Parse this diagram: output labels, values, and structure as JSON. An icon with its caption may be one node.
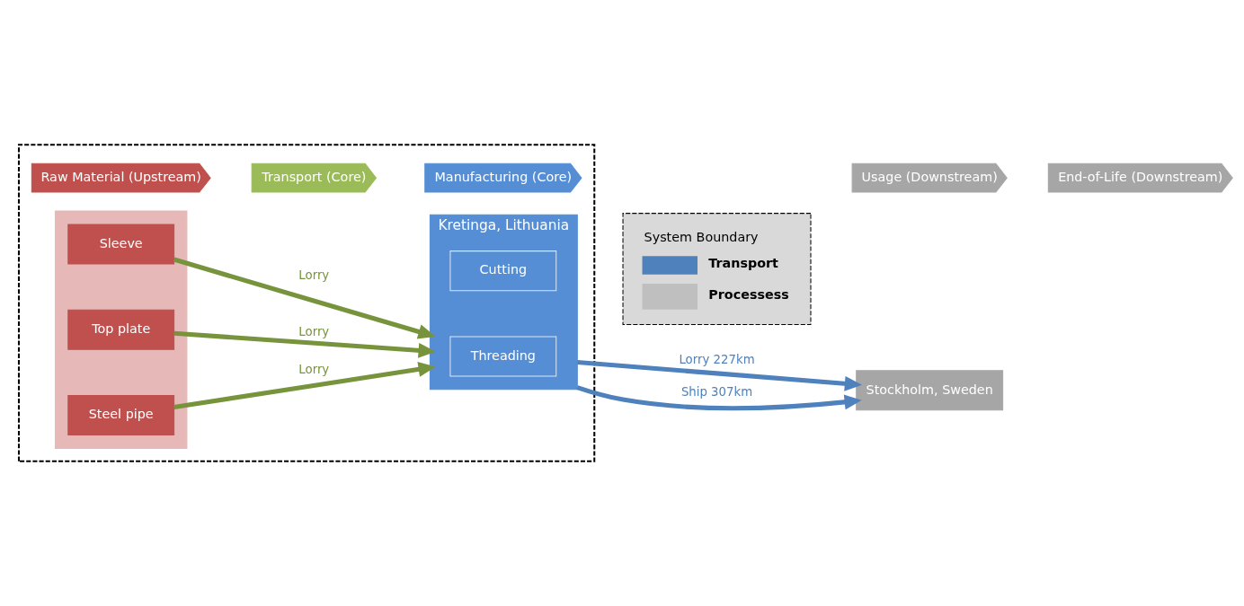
{
  "diagram": {
    "nodes": [
      {
        "text": [],
        "shape": "box"
      },
      {
        "text": [
          "Raw Material (Upstream)"
        ],
        "in": 0
      },
      {
        "text": [
          "Transport (Core)"
        ],
        "in": 0
      },
      {
        "text": [
          "Manufacturing (Core)"
        ],
        "in": 0
      },
      {
        "text": [
          "Usage (Downstream)"
        ]
      },
      {
        "text": [
          "End-of-Life (Downstream)"
        ]
      },
      {
        "text": [],
        "shape": "box",
        "in": 0
      },
      {
        "text": [
          "Steel pipe"
        ],
        "in": 6
      },
      {
        "text": [
          "Top plate"
        ],
        "in": 6
      },
      {
        "text": [
          "Sleeve"
        ],
        "in": 6
      },
      {
        "text": [
          "Kretinga, Lithuania"
        ],
        "in": 0
      },
      {
        "text": [
          "Threading"
        ],
        "in": 10
      },
      {
        "text": [
          "Cutting"
        ],
        "in": 10
      },
      {
        "text": [
          "Stockholm, Sweden"
        ]
      }
    ],
    "edges": [
      {
        "from": 7,
        "to": 10,
        "arrow": "to",
        "label": "Lorry"
      },
      {
        "from": 8,
        "to": 10,
        "arrow": "to",
        "label": "Lorry"
      },
      {
        "from": 9,
        "to": 10,
        "arrow": "to",
        "label": "Lorry"
      },
      {
        "from": 10,
        "to": 13,
        "arrow": "to",
        "label": "Lorry 227km",
        "color": "#4f81bd"
      },
      {
        "from": 10,
        "to": 13,
        "arrow": "to",
        "label": "Ship 307km",
        "color": "#4f81bd"
      }
    ],
    "legend": [
      {
        "text": "System Boundary"
      },
      {
        "text": "Transport"
      },
      {
        "text": "Processess",
        "color": "#bfbfbf"
      }
    ]
  }
}
